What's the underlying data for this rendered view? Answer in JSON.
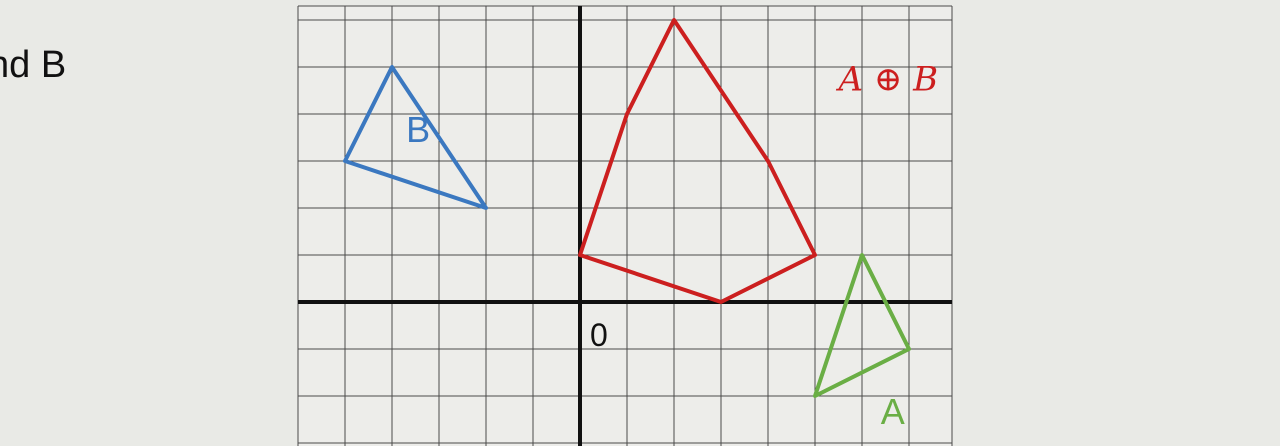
{
  "slide": {
    "side_text": "nd B"
  },
  "diagram": {
    "origin_label": "0",
    "shapes": [
      {
        "name": "B",
        "label": "B",
        "color": "#3b78c0",
        "vertices": [
          [
            -4,
            5
          ],
          [
            -5,
            3
          ],
          [
            -2,
            2
          ]
        ],
        "label_at": [
          -3.7,
          3.4
        ]
      },
      {
        "name": "A",
        "label": "A",
        "color": "#6aae45",
        "vertices": [
          [
            6,
            1
          ],
          [
            7,
            -1
          ],
          [
            5,
            -2
          ]
        ],
        "label_at": [
          6.4,
          -2.6
        ]
      },
      {
        "name": "A⊕B",
        "label": "A ⊕ B",
        "color": "#cc1f1f",
        "vertices": [
          [
            2,
            6
          ],
          [
            1,
            4
          ],
          [
            0,
            1
          ],
          [
            3,
            0
          ],
          [
            5,
            1
          ],
          [
            4,
            3
          ]
        ],
        "label_at": [
          5.5,
          4.5
        ]
      }
    ]
  },
  "chart_data": {
    "type": "scatter",
    "title": "",
    "xlabel": "",
    "ylabel": "",
    "xlim": [
      -6,
      8
    ],
    "ylim": [
      -3,
      6
    ],
    "grid": true,
    "origin_label": "0",
    "series": [
      {
        "name": "B",
        "values": [
          [
            -4,
            5
          ],
          [
            -5,
            3
          ],
          [
            -2,
            2
          ]
        ]
      },
      {
        "name": "A",
        "values": [
          [
            6,
            1
          ],
          [
            7,
            -1
          ],
          [
            5,
            -2
          ]
        ]
      },
      {
        "name": "A ⊕ B",
        "values": [
          [
            2,
            6
          ],
          [
            1,
            4
          ],
          [
            0,
            1
          ],
          [
            3,
            0
          ],
          [
            5,
            1
          ],
          [
            4,
            3
          ]
        ]
      }
    ]
  }
}
